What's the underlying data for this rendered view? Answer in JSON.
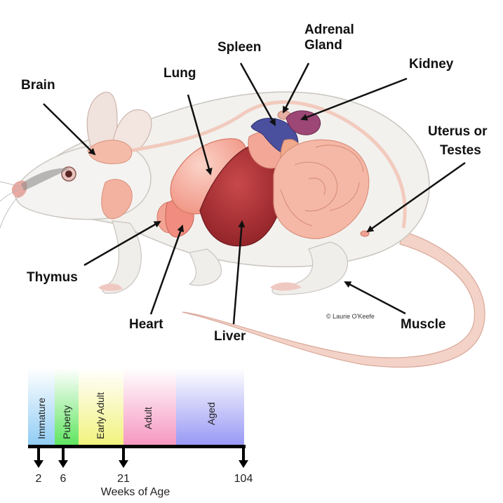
{
  "labels": {
    "brain": "Brain",
    "lung": "Lung",
    "spleen": "Spleen",
    "adrenal_line1": "Adrenal",
    "adrenal_line2": "Gland",
    "kidney": "Kidney",
    "uterus_line1": "Uterus or",
    "uterus_line2": "Testes",
    "thymus": "Thymus",
    "heart": "Heart",
    "liver": "Liver",
    "muscle": "Muscle"
  },
  "credit": "© Laurie O'Keefe",
  "timeline": {
    "stages": [
      {
        "label": "Immature",
        "color": "#9ad0f5"
      },
      {
        "label": "Puberty",
        "color": "#6fe86f"
      },
      {
        "label": "Early Adult",
        "color": "#f4f58a"
      },
      {
        "label": "Adult",
        "color": "#f7a3c8"
      },
      {
        "label": "Aged",
        "color": "#a3a3f7"
      }
    ],
    "ticks": [
      "2",
      "6",
      "21",
      "104"
    ],
    "axis_label": "Weeks of Age"
  }
}
